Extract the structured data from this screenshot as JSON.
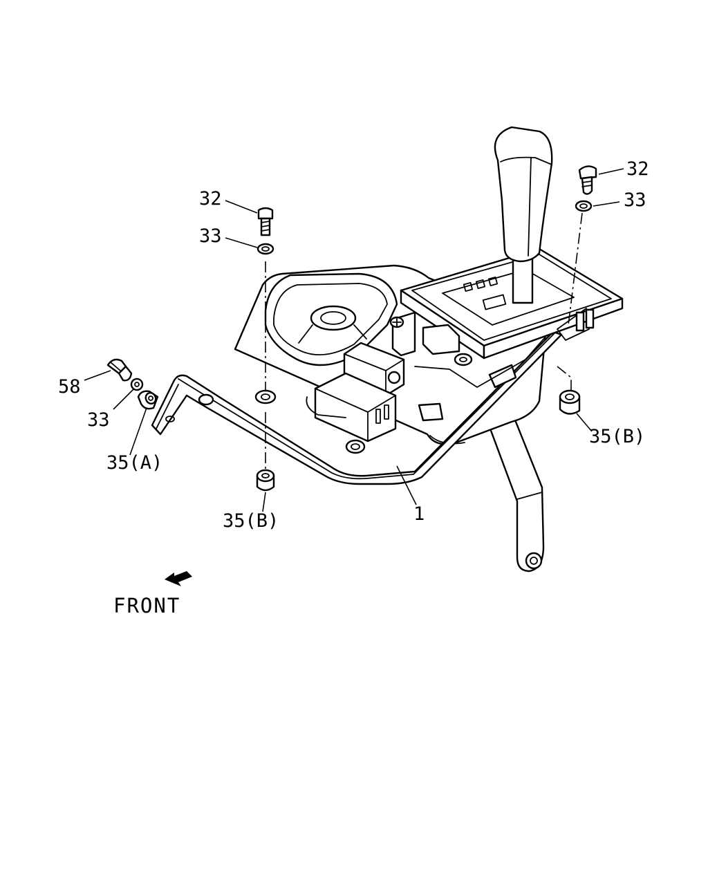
{
  "diagram": {
    "callouts": {
      "bolt_left": "32",
      "washer_left": "33",
      "bolt_right": "32",
      "washer_right": "33",
      "screw": "58",
      "washer_side": "33",
      "bushing_a": "35(A)",
      "bushing_b_left": "35(B)",
      "bushing_b_right": "35(B)",
      "assembly": "1"
    },
    "direction_label": "FRONT"
  }
}
